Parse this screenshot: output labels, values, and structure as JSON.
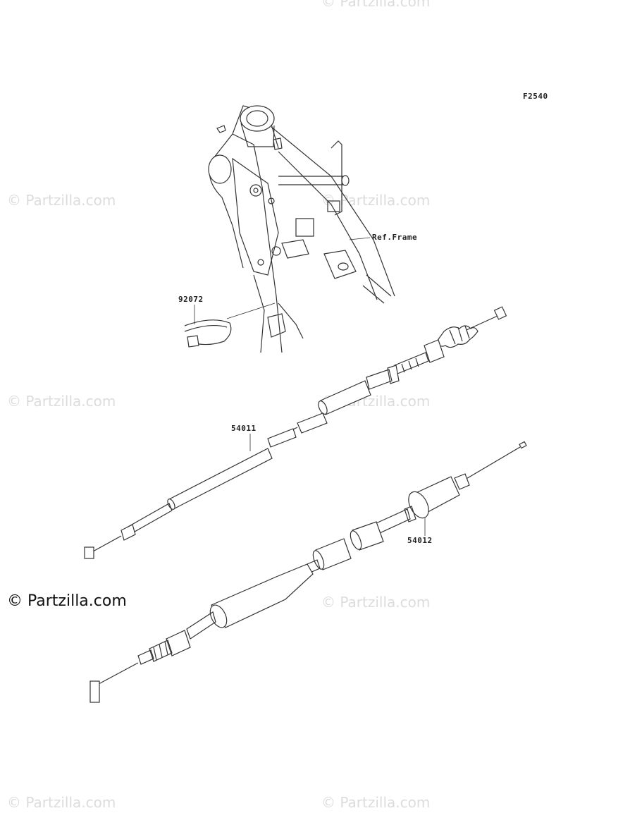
{
  "diagram": {
    "figure_code": "F2540",
    "callouts": {
      "ref_frame": "Ref.Frame",
      "part_92072": "92072",
      "part_54011": "54011",
      "part_54012": "54012"
    }
  },
  "watermark": {
    "text": "© Partzilla.com",
    "color": "#dcdcdc",
    "strong_color": "#111111"
  }
}
